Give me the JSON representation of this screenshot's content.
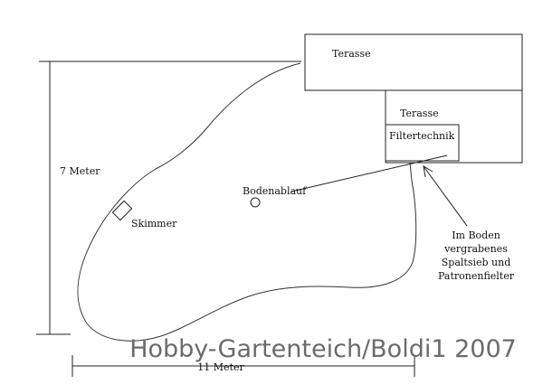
{
  "diagram": {
    "labels": {
      "terrace_top": "Terasse",
      "terrace_lower": "Terasse",
      "filter_technology": "Filtertechnik",
      "bottom_drain": "Bodenablauf",
      "skimmer": "Skimmer",
      "height_dimension": "7 Meter",
      "width_dimension": "11 Meter"
    },
    "note_lines": [
      "Im Boden",
      "vergrabenes",
      "Spaltsieb und",
      "Patronenfielter"
    ],
    "watermark": "Hobby-Gartenteich/Boldi1 2007"
  }
}
